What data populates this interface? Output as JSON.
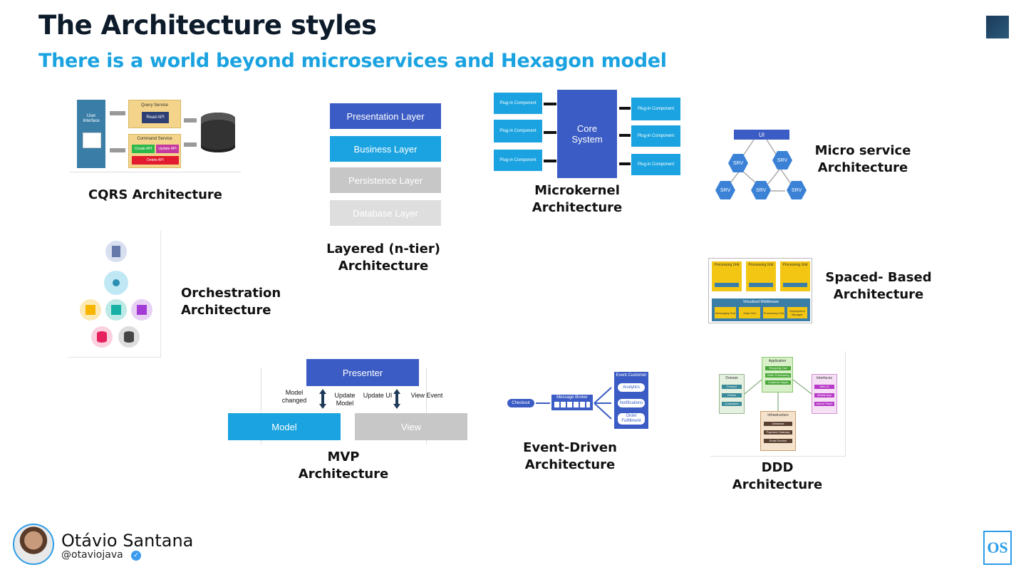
{
  "header": {
    "title": "The Architecture styles",
    "subtitle": "There is a world beyond microservices and Hexagon model",
    "subtitle_color": "#1aa3e0"
  },
  "cqrs": {
    "caption": "CQRS Architecture",
    "user_interface": "User Interface",
    "query_service": "Query Service",
    "read_api": "Read API",
    "command_service": "Command Service",
    "create_api": "Create API",
    "update_api": "Update API",
    "delete_api": "Delete API"
  },
  "layered": {
    "caption_line1": "Layered (n-tier)",
    "caption_line2": "Architecture",
    "layers": [
      {
        "label": "Presentation Layer",
        "color": "#3b5cc4"
      },
      {
        "label": "Business Layer",
        "color": "#1aa3e0"
      },
      {
        "label": "Persistence Layer",
        "color": "#c7c7c7"
      },
      {
        "label": "Database Layer",
        "color": "#dedede"
      }
    ]
  },
  "microkernel": {
    "caption_line1": "Microkernel",
    "caption_line2": "Architecture",
    "core_line1": "Core",
    "core_line2": "System",
    "plugin_label": "Plug-in Component"
  },
  "microservice": {
    "caption_line1": "Micro service",
    "caption_line2": "Architecture",
    "ui": "UI",
    "srv": "SRV"
  },
  "orchestration": {
    "caption_line1": "Orchestration",
    "caption_line2": "Architecture"
  },
  "spaced": {
    "caption_line1": "Spaced- Based",
    "caption_line2": "Architecture",
    "processing_unit": "Processing Unit",
    "middleware": "Virtualized Middleware",
    "modules": [
      "Messaging Grid",
      "Data Grid",
      "Processing Grid",
      "Deployment Manager"
    ]
  },
  "mvp": {
    "caption_line1": "MVP",
    "caption_line2": "Architecture",
    "presenter": "Presenter",
    "model": "Model",
    "view": "View",
    "model_changed": "Model changed",
    "update_model": "Update Model",
    "update_ui": "Update UI",
    "view_event": "View Event"
  },
  "event_driven": {
    "caption_line1": "Event-Driven",
    "caption_line2": "Architecture",
    "checkout": "Checkout",
    "message_broker": "Message Broker",
    "event_customer": "Event Customer",
    "consumers": [
      "Analytics",
      "Notifications",
      "Order Fulfillment"
    ]
  },
  "ddd": {
    "caption_line1": "DDD",
    "caption_line2": "Architecture",
    "application": "Application",
    "domain": "Domain",
    "infrastructure": "Infrastructure",
    "interfaces": "Interfaces",
    "domain_items": [
      "Product",
      "Orders",
      "Customers"
    ],
    "application_items": [
      "Shopping Cart",
      "Order Processing",
      "Customer Mgmt"
    ],
    "interface_items": [
      "Web UI",
      "Mobile App",
      "Admin Panel"
    ],
    "infra_items": [
      "Database",
      "Payment Gateway",
      "Email Service"
    ]
  },
  "footer": {
    "author_name": "Otávio Santana",
    "author_handle": "@otaviojava",
    "logo_text": "OS"
  }
}
